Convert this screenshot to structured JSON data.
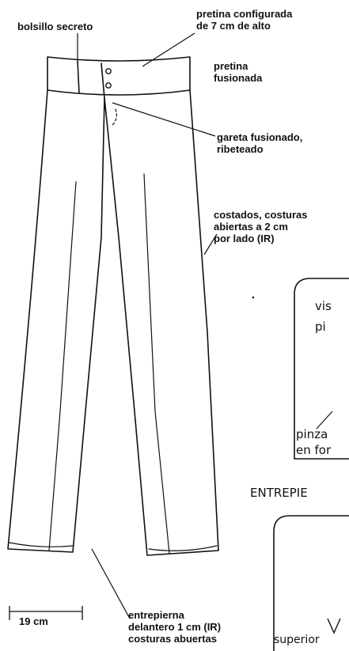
{
  "labels": {
    "bolsillo_secreto": "bolsillo secreto",
    "pretina_configurada": [
      "pretina configurada",
      "de 7 cm de alto"
    ],
    "pretina_fusionada": [
      "pretina",
      "fusionada"
    ],
    "gareta": [
      "gareta fusionado,",
      "ribeteado"
    ],
    "costados": [
      "costados, costuras",
      "abiertas a 2 cm",
      "por lado (IR)"
    ],
    "medida": "19 cm",
    "entrepierna": [
      "entrepierna",
      "delantero 1 cm (IR)",
      "costuras abuertas"
    ]
  },
  "side_panels": {
    "panel1": [
      "vis",
      "pi",
      "pinza",
      "en for"
    ],
    "heading": "ENTREPIE",
    "panel2": [
      "superior"
    ]
  },
  "colors": {
    "ink": "#111111",
    "background": "#ffffff"
  }
}
